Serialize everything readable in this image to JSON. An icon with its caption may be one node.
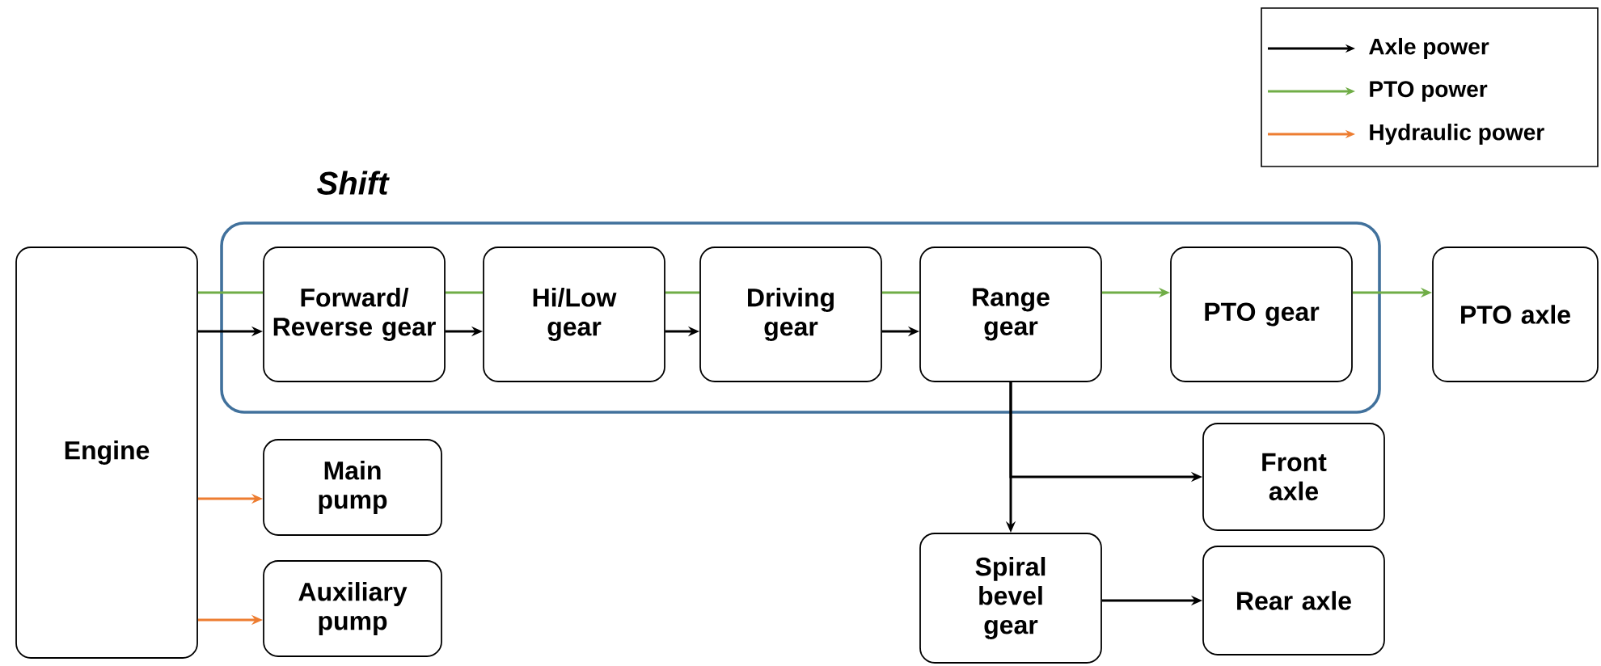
{
  "diagram": {
    "nodes": [
      {
        "text": [
          "Shift"
        ]
      },
      {
        "text": [
          "Engine"
        ]
      },
      {
        "text": [
          "Forward/ Reverse gear"
        ],
        "in": 0
      },
      {
        "text": [
          "Hi/Low gear"
        ],
        "in": 0
      },
      {
        "text": [
          "Driving gear"
        ],
        "in": 0
      },
      {
        "text": [
          "Range gear"
        ],
        "in": 0
      },
      {
        "text": [
          "PTO gear"
        ],
        "in": 0
      },
      {
        "text": [
          "PTO axle"
        ]
      },
      {
        "text": [
          "Main pump"
        ]
      },
      {
        "text": [
          "Auxiliary pump"
        ]
      },
      {
        "text": [
          "Front axle"
        ]
      },
      {
        "text": [
          "Spiral bevel gear"
        ]
      },
      {
        "text": [
          "Rear axle"
        ]
      }
    ],
    "edges": [
      {
        "from": 1,
        "to": 2,
        "arrow": "none",
        "color": "#70ad47"
      },
      {
        "from": 2,
        "to": 3,
        "arrow": "none",
        "color": "#70ad47"
      },
      {
        "from": 3,
        "to": 4,
        "arrow": "none",
        "color": "#70ad47"
      },
      {
        "from": 4,
        "to": 5,
        "arrow": "none",
        "color": "#70ad47"
      },
      {
        "from": 5,
        "to": 6,
        "arrow": "to",
        "color": "#70ad47"
      },
      {
        "from": 6,
        "to": 7,
        "arrow": "to",
        "color": "#70ad47"
      },
      {
        "from": 1,
        "to": 2,
        "arrow": "to"
      },
      {
        "from": 2,
        "to": 3,
        "arrow": "to"
      },
      {
        "from": 3,
        "to": 4,
        "arrow": "to"
      },
      {
        "from": 4,
        "to": 5,
        "arrow": "to"
      },
      {
        "from": 5,
        "to": 11,
        "arrow": "to"
      },
      {
        "from": 5,
        "to": 10,
        "arrow": "to"
      },
      {
        "from": 11,
        "to": 12,
        "arrow": "to"
      },
      {
        "from": 1,
        "to": 8,
        "arrow": "to",
        "color": "#ed7d31"
      },
      {
        "from": 1,
        "to": 9,
        "arrow": "to",
        "color": "#ed7d31"
      }
    ],
    "legend": [
      {
        "text": "Axle power"
      },
      {
        "text": "PTO power"
      },
      {
        "text": "Hydraulic power"
      }
    ]
  }
}
